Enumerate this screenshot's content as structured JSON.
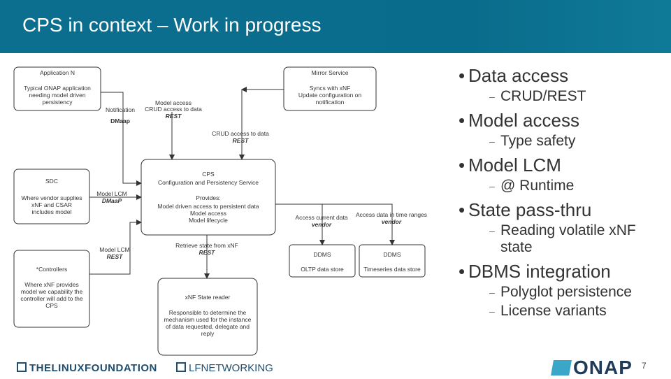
{
  "title": "CPS in context – Work in progress",
  "diagram": {
    "app_n": {
      "name": "Application N",
      "desc": [
        "Typical ONAP application",
        "needing model driven",
        "persistency"
      ]
    },
    "mirror": {
      "name": "Mirror Service",
      "desc": [
        "Syncs with xNF",
        "Update configuration on",
        "notification"
      ]
    },
    "sdc": {
      "name": "SDC",
      "desc": [
        "Where vendor supplies",
        "xNF and CSAR",
        "includes model"
      ]
    },
    "controllers": {
      "name": "*Controllers",
      "desc": [
        "Where xNF provides",
        "model we capability the",
        "controller will add to the",
        "CPS"
      ]
    },
    "cps": {
      "name": "CPS",
      "subtitle": "Configuration and Persistency Service",
      "provides": "Provides:",
      "lines": [
        "Model driven access to persistent data",
        "Model access",
        "Model lifecycle"
      ]
    },
    "reader": {
      "name": "xNF State reader",
      "desc": [
        "Responsible to determine the",
        "mechanism used for the instance",
        "of data requested, delegate and",
        "reply"
      ]
    },
    "ddms1": {
      "name": "DDMS",
      "store": "OLTP data store"
    },
    "ddms2": {
      "name": "DDMS",
      "store": "Timeseries data store"
    },
    "labels": {
      "notification": "Notification",
      "dmaap": "DMaap",
      "model_access": "Model access",
      "crud_access_to_data": "CRUD access to data",
      "rest": "REST",
      "crud_access_data": "CRUD access to data",
      "model_lcm": "Model LCM",
      "dmaap_p": "DMaaP",
      "model_lcm2": "Model LCM",
      "access_current": "Access current data",
      "vendor": "vendor",
      "access_time": "Access data in time ranges",
      "retrieve": "Retrieve state from xNF"
    }
  },
  "bullets": [
    {
      "label": "Data access",
      "subs": [
        "CRUD/REST"
      ]
    },
    {
      "label": "Model access",
      "subs": [
        "Type safety"
      ]
    },
    {
      "label": "Model LCM",
      "subs": [
        "@ Runtime"
      ]
    },
    {
      "label": "State pass-thru",
      "subs": [
        "Reading volatile xNF state"
      ]
    },
    {
      "label": "DBMS integration",
      "subs": [
        "Polyglot persistence",
        "License variants"
      ]
    }
  ],
  "footer": {
    "linux_foundation": "THELINUXFOUNDATION",
    "lf_networking": "LFNETWORKING",
    "onap": "ONAP",
    "page_number": "7"
  }
}
